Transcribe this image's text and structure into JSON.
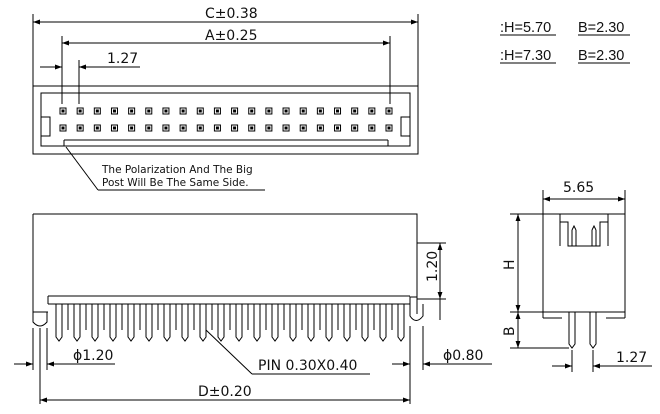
{
  "dimensions": {
    "c": "C±0.38",
    "a": "A±0.25",
    "pitch": "1.27",
    "d": "D±0.20",
    "post_dia": "ϕ1.20",
    "pin": "PIN  0.30X0.40",
    "pin_dia": "ϕ0.80",
    "height": "1.20",
    "width": "5.65",
    "side_pitch": "1.27",
    "h": "H",
    "b": "B"
  },
  "note": {
    "line1": "The Polarization And The Big",
    "line2": "Post Will Be The Same Side."
  },
  "spec_table": [
    {
      "h": ":H=5.70",
      "b": "B=2.30"
    },
    {
      "h": ":H=7.30",
      "b": "B=2.30"
    }
  ],
  "pin_count_per_row": 20
}
